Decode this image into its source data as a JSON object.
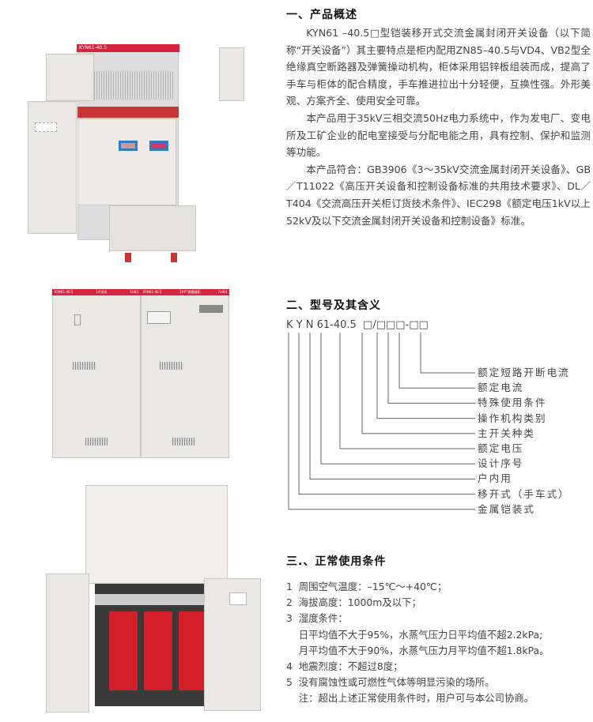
{
  "section1": {
    "title": "一、产品概述",
    "paragraphs": [
      "KYN61 –40.5□型铠装移开式交流金属封闭开关设备（以下简称“开关设备”）其主要特点是柜内配用ZN85–40.5与VD4、VB2型全 绝缘真空断路器及弹簧操动机构，柜体采用铝锌板组装而成，提高了手车与柜体的配合精度，手车推进拉出十分轻便，互换性强。外形美观、方案齐全、使用安全可靠。",
      "本产品用于35kV三相交流50Hz电力系统中，作为发电厂、变电所及工矿企业的配电室接受与分配电能之用，具有控制、保护和监测等功能。",
      "本产品符合：GB3906《3～35kV交流金属封闭开关设备》、GB／T11022《高压开关设备和控制设备标准的共用技术要求》、DL／T404《交流高压开关柜订货技术条件》、IEC298《额定电压1kV以上52kV及以下交流金属封闭开关设备和控制设备》标准。"
    ]
  },
  "section2": {
    "title": "二、型号及其含义",
    "code": "K Y N 61-40.5  □/□□□-□□",
    "labels": [
      "额定短路开断电流",
      "额定电流",
      "特殊使用条件",
      "操作机构类别",
      "主开关种类",
      "额定电压",
      "设计序号",
      "户内用",
      "移开式（手车式）",
      "金属铠装式"
    ]
  },
  "section3": {
    "title": "三.、正常使用条件",
    "items": [
      "1  周围空气温度：–15℃～+40℃；",
      "2  海拔高度：1000m及以下；",
      "3  湿度条件：",
      "    日平均值不大于95%，水蒸气压力日平均值不超2.2kPa;",
      "    月平均值不大于90%，水蒸气压力月平均值不超1.8kPa。",
      "4  地震烈度：不超过8度；",
      "5  没有腐蚀性或可燃性气体等明显污染的场所。",
      "    注：超出上述正常使用条件时，用户可与本公司协商。"
    ]
  },
  "photos": {
    "top_label": "KYN61-40.5",
    "mid_labels": [
      "KYN61-40.5",
      "1#进线",
      "AH03",
      "KYN61-40.5",
      "1#PT避雷器柜",
      "AH04"
    ]
  },
  "colors": {
    "red": "#d8243c",
    "cabinet": "#e9e8e2",
    "transformer": "#d3202a"
  }
}
